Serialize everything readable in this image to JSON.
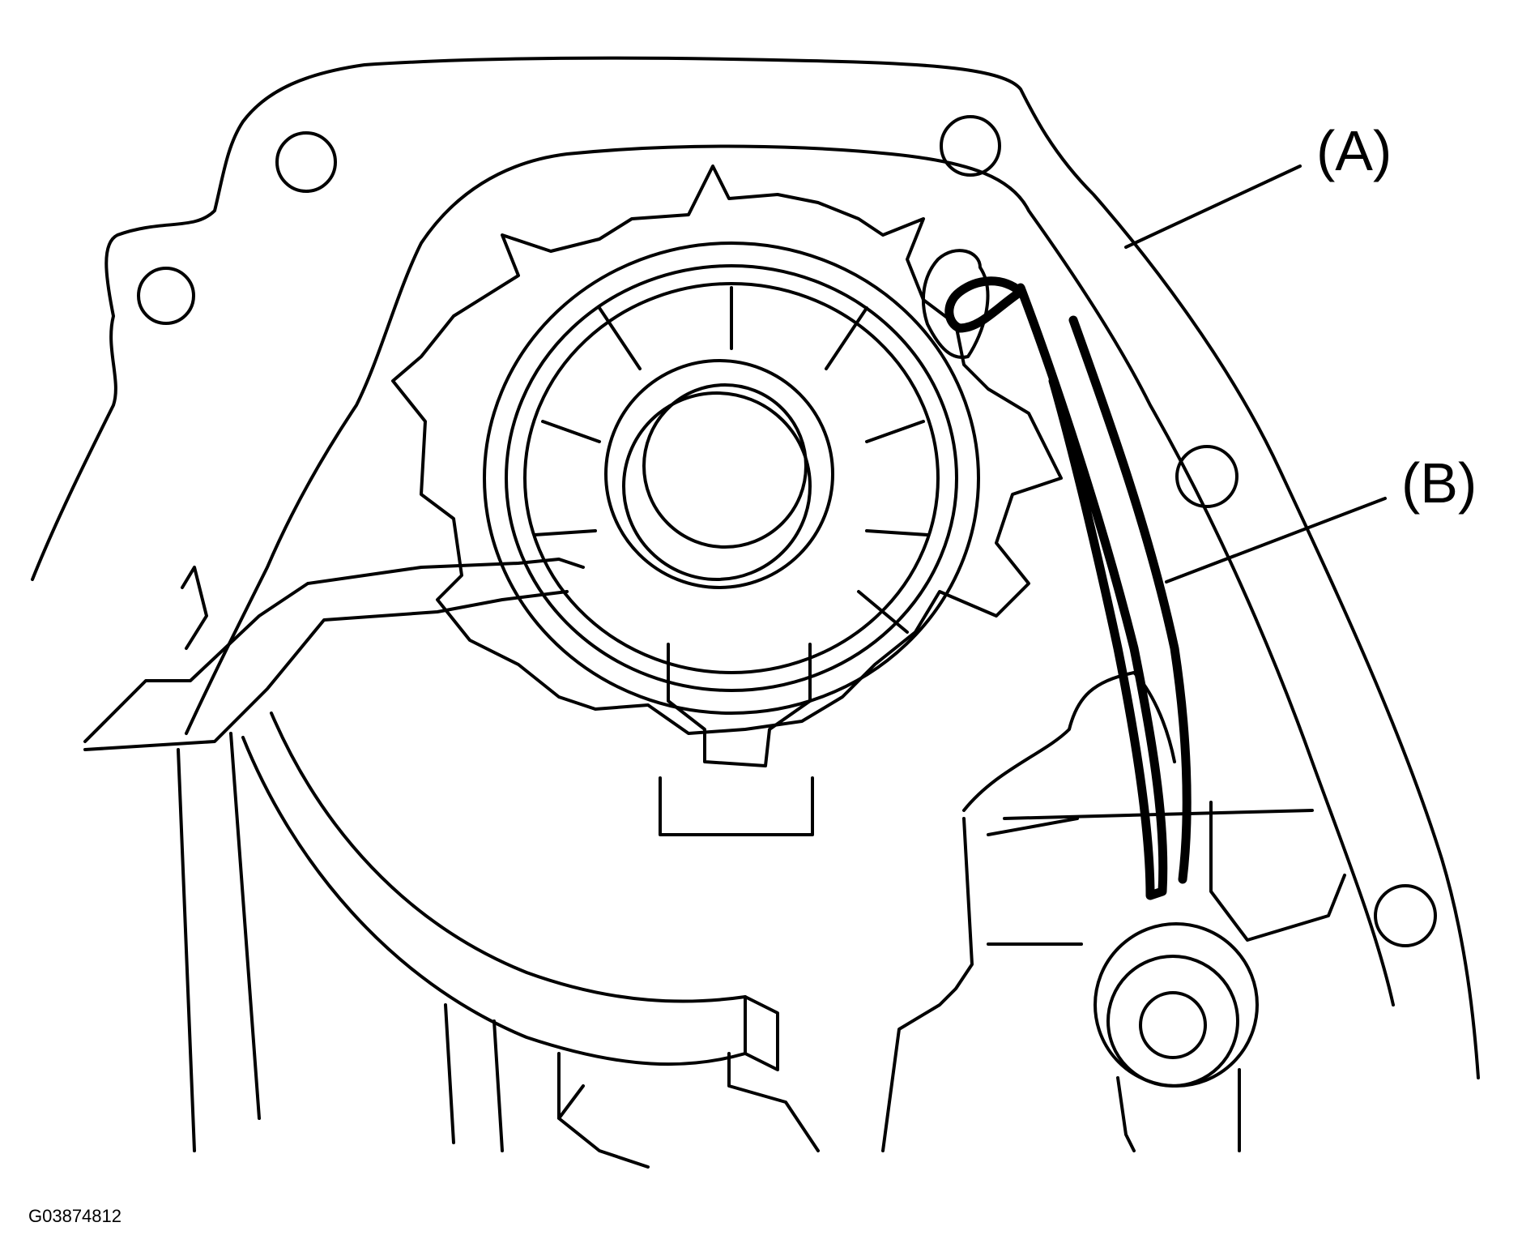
{
  "callouts": {
    "a": {
      "label": "(A)"
    },
    "b": {
      "label": "(B)"
    }
  },
  "figure_id": "G03874812",
  "colors": {
    "line": "#000000",
    "background": "#ffffff"
  }
}
